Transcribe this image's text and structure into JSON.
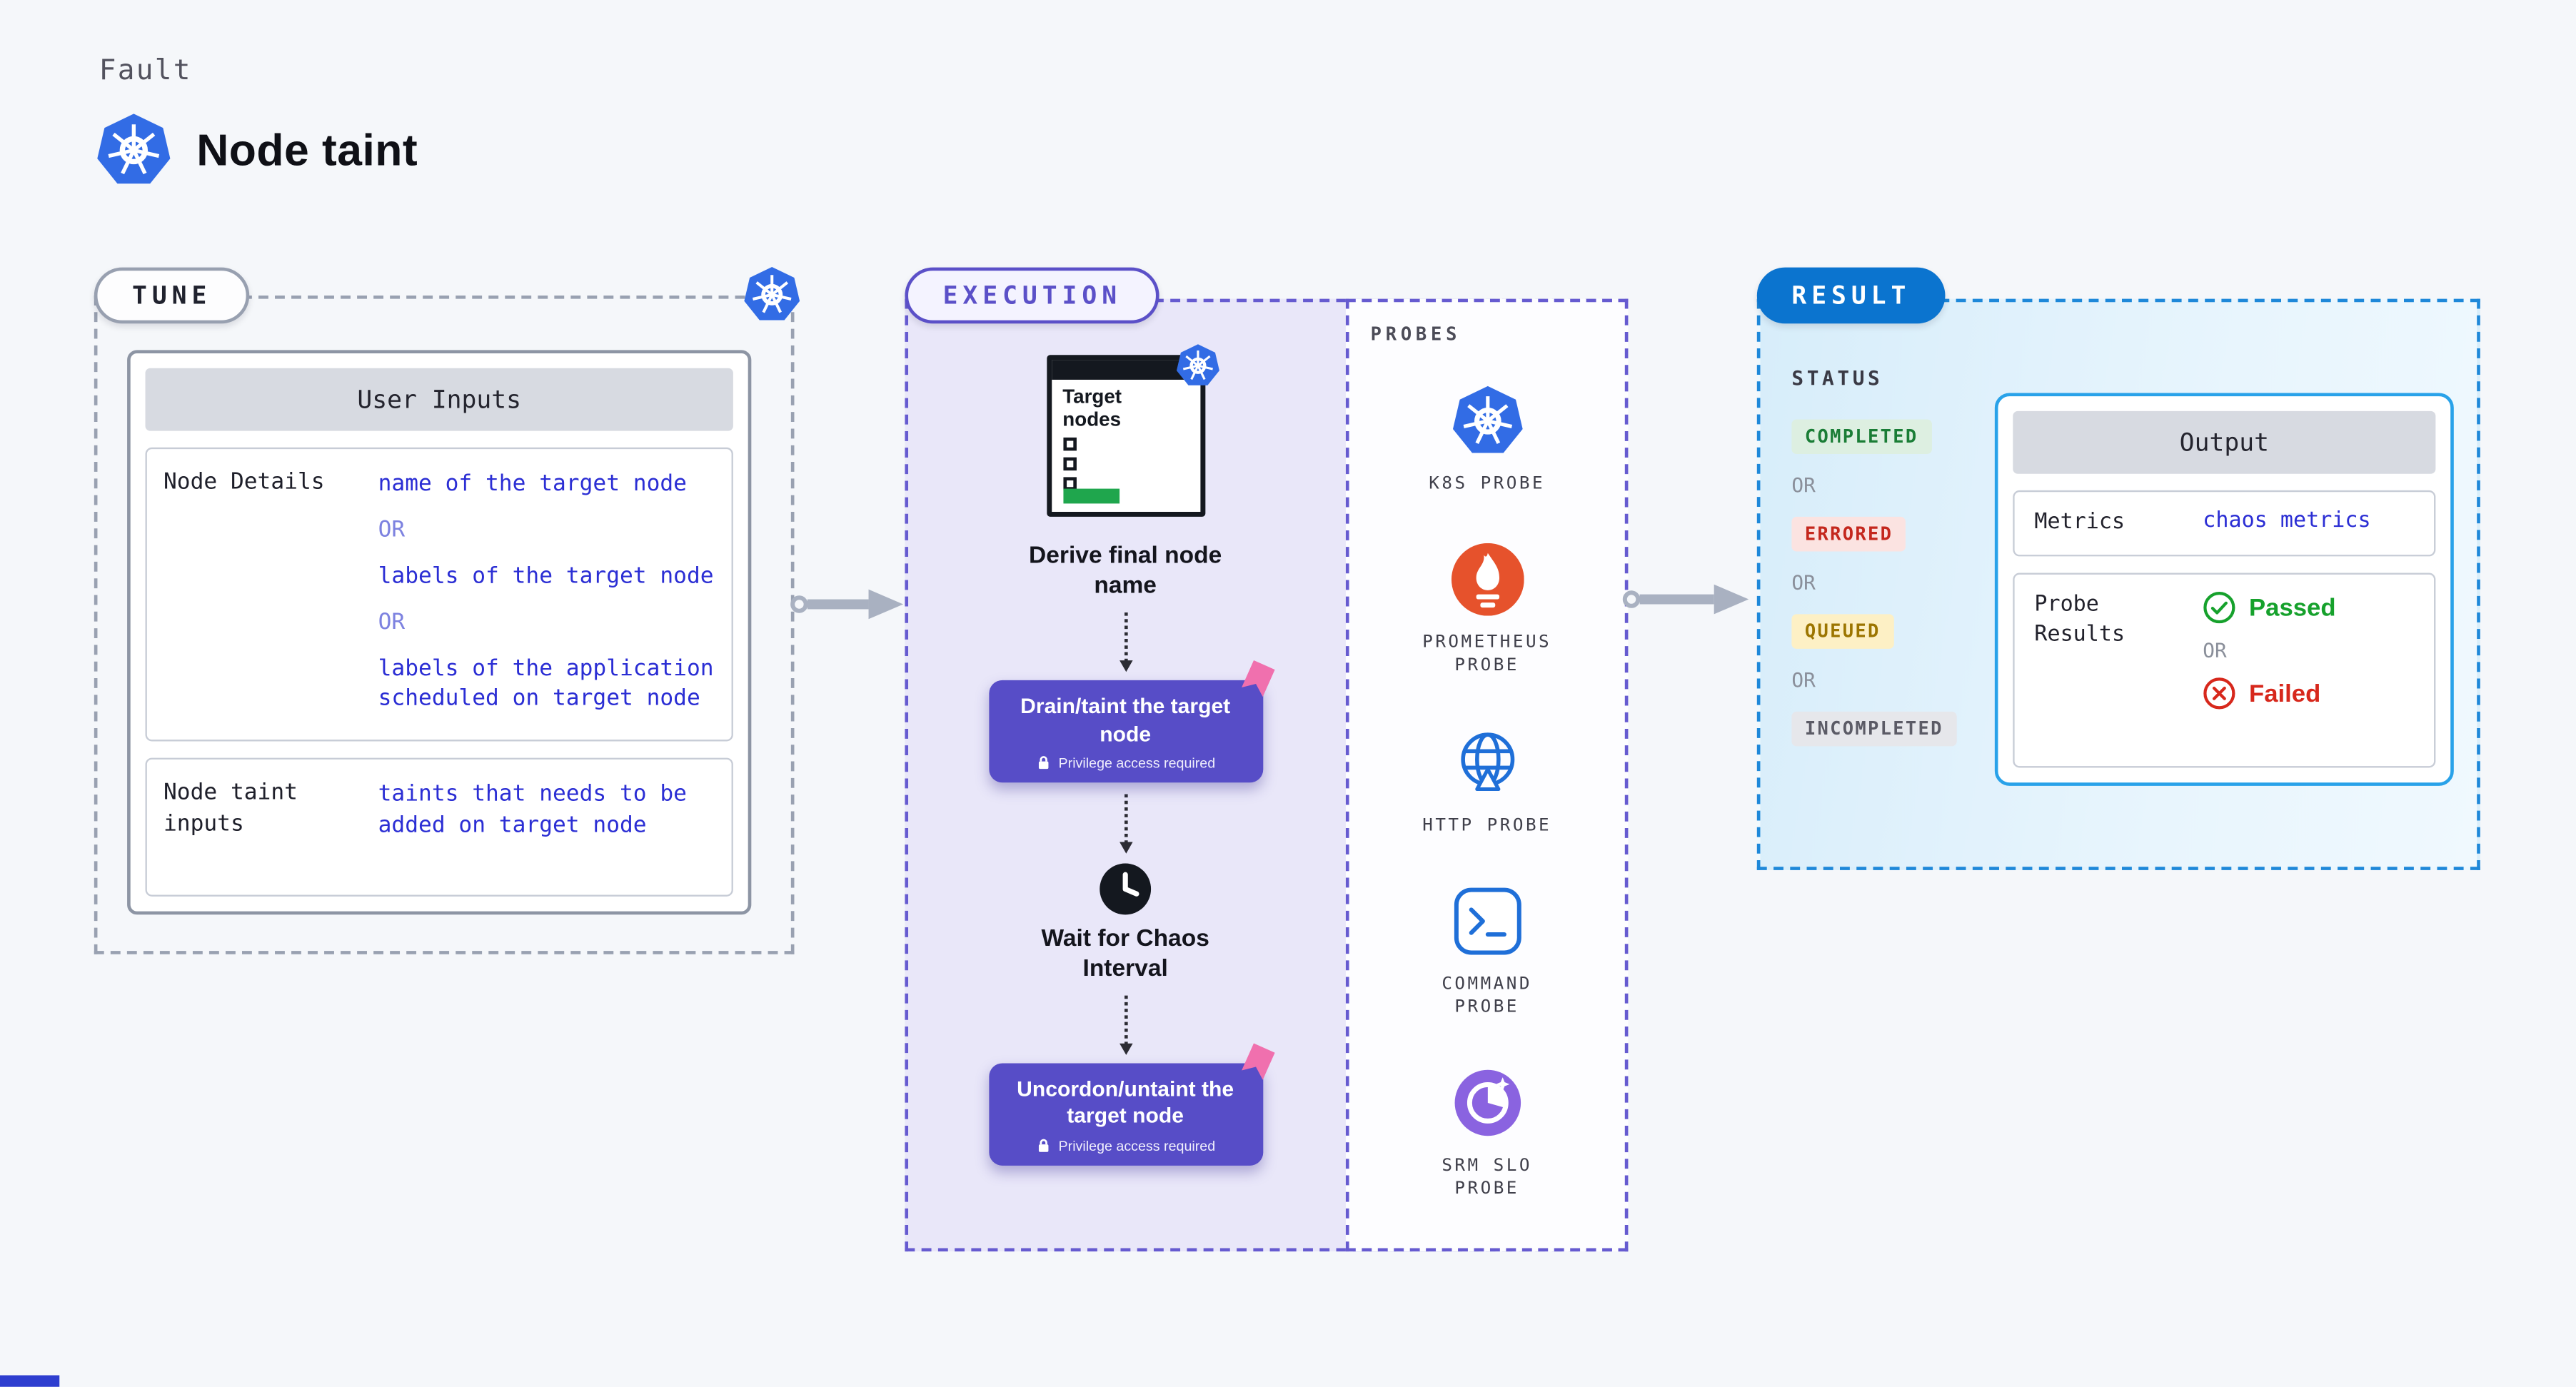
{
  "colors": {
    "background": "#f5f7fa",
    "purple_accent": "#5b50c8",
    "blue_accent": "#0b74cf",
    "light_blue_border": "#29a2e9",
    "mono_blue_text": "#2b2ed4",
    "kubernetes_blue": "#326ce5",
    "prometheus_orange": "#e6522c",
    "success_green": "#16a12c",
    "error_red": "#d7281c",
    "flag_pink": "#f070ae"
  },
  "header": {
    "kicker": "Fault",
    "title": "Node taint"
  },
  "tune": {
    "pill": "TUNE",
    "user_inputs": {
      "header": "User Inputs",
      "or": "OR",
      "node_details": {
        "label": "Node Details",
        "values": [
          "name of the target node",
          "labels of the target node",
          "labels of the application scheduled on target node"
        ]
      },
      "node_taint": {
        "label": "Node taint inputs",
        "value": "taints that needs to be added on target node"
      }
    }
  },
  "execution": {
    "pill": "EXECUTION",
    "clipboard_title": "Target nodes",
    "derive_step": "Derive final node name",
    "drain_step": "Drain/taint the target node",
    "privilege_note": "Privilege access required",
    "wait_step": "Wait for Chaos Interval",
    "uncordon_step": "Uncordon/untaint the target node",
    "probes": {
      "label": "PROBES",
      "items": [
        {
          "name": "K8S PROBE"
        },
        {
          "name": "PROMETHEUS PROBE"
        },
        {
          "name": "HTTP PROBE"
        },
        {
          "name": "COMMAND PROBE"
        },
        {
          "name": "SRM SLO PROBE"
        }
      ]
    }
  },
  "result": {
    "pill": "RESULT",
    "status": {
      "label": "STATUS",
      "or": "OR",
      "badges": [
        {
          "label": "COMPLETED",
          "type": "success"
        },
        {
          "label": "ERRORED",
          "type": "error"
        },
        {
          "label": "QUEUED",
          "type": "warning"
        },
        {
          "label": "INCOMPLETED",
          "type": "neutral"
        }
      ]
    },
    "output": {
      "header": "Output",
      "metrics_label": "Metrics",
      "metrics_value": "chaos metrics",
      "probe_results_label": "Probe Results",
      "passed": "Passed",
      "or": "OR",
      "failed": "Failed"
    }
  }
}
